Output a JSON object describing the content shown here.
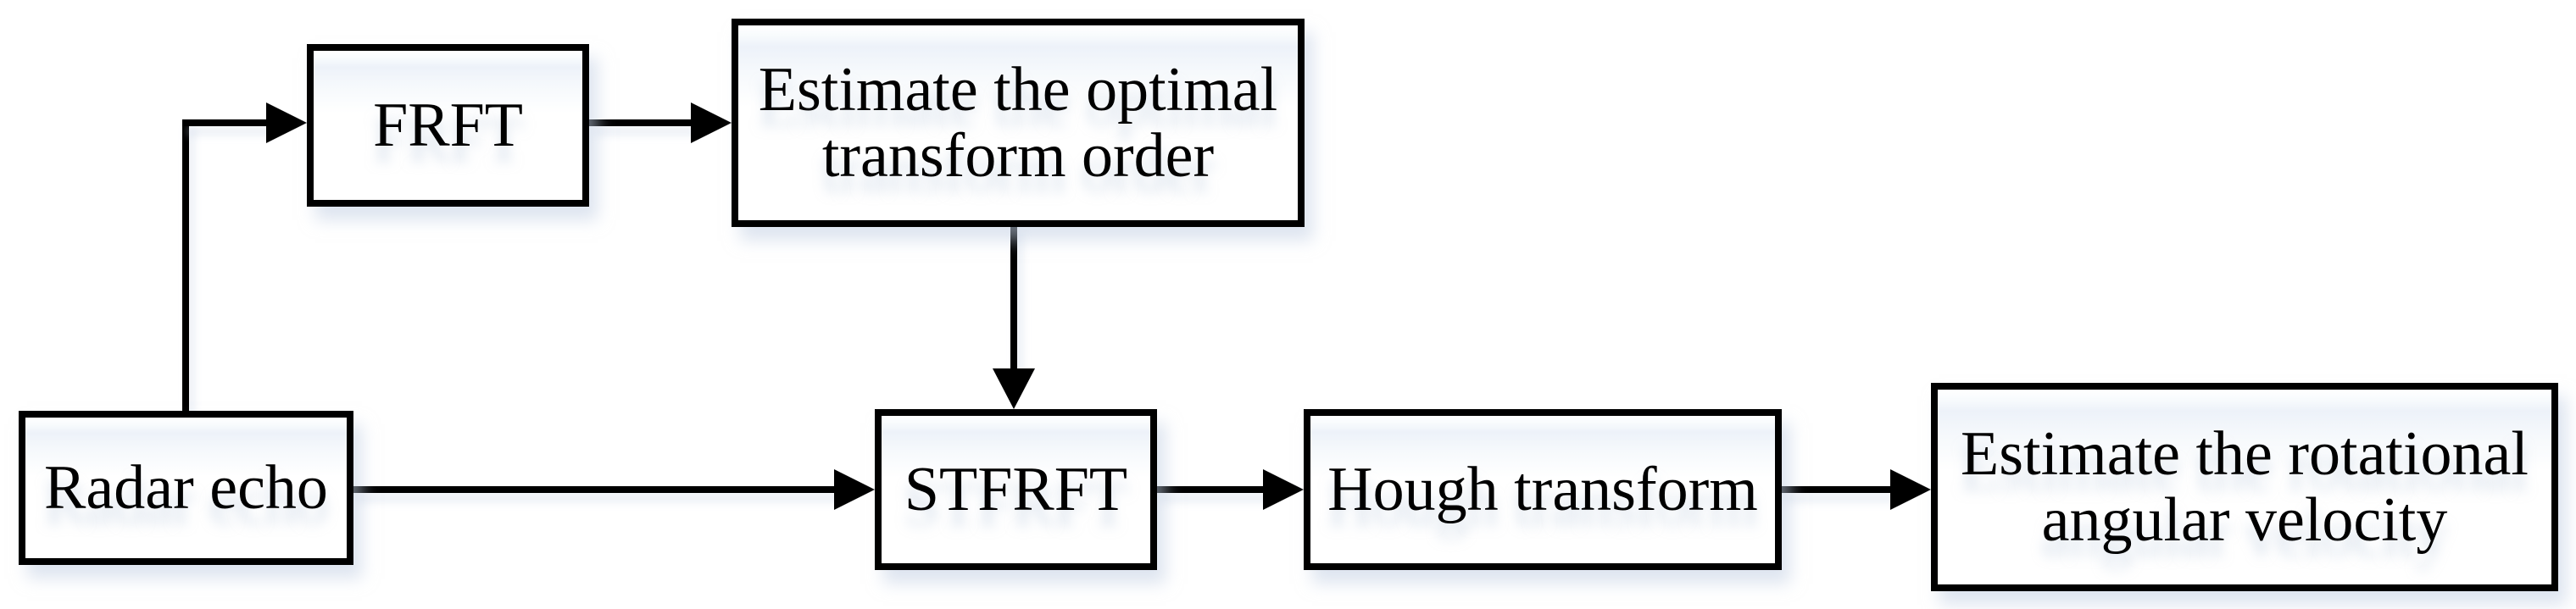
{
  "diagram": {
    "type": "flowchart",
    "nodes": {
      "frft": {
        "label": "FRFT"
      },
      "estimate_order": {
        "label": "Estimate the optimal transform order"
      },
      "radar_echo": {
        "label": "Radar echo"
      },
      "stfrft": {
        "label": "STFRFT"
      },
      "hough": {
        "label": "Hough transform"
      },
      "estimate_velocity": {
        "label": "Estimate the rotational angular velocity"
      }
    },
    "flows": [
      {
        "from": "Radar echo",
        "to": "FRFT"
      },
      {
        "from": "FRFT",
        "to": "Estimate the optimal transform order"
      },
      {
        "from": "Estimate the optimal transform order",
        "to": "STFRFT"
      },
      {
        "from": "Radar echo",
        "to": "STFRFT"
      },
      {
        "from": "STFRFT",
        "to": "Hough transform"
      },
      {
        "from": "Hough transform",
        "to": "Estimate the rotational angular velocity"
      }
    ],
    "colors": {
      "line": "#000000",
      "text": "#000000",
      "box_fill": "#ffffff",
      "box_tint": "#edf2f9",
      "shadow": "rgba(195,208,228,0.55)",
      "background": "#ffffff"
    }
  }
}
